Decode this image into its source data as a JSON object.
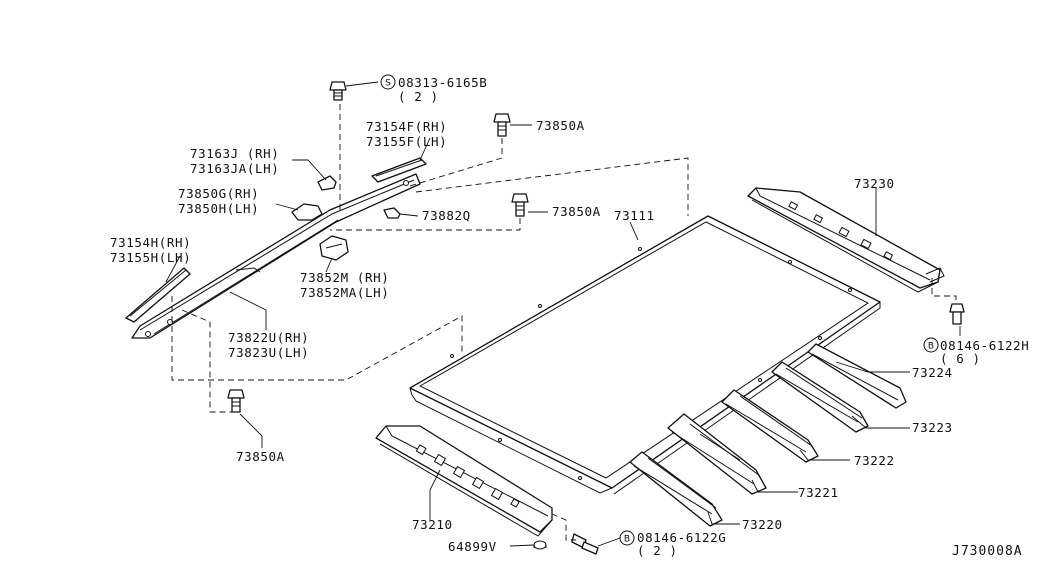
{
  "diagram_code": "J730008A",
  "labels": {
    "p73111": "73111",
    "p73230": "73230",
    "p73224": "73224",
    "p73223": "73223",
    "p73222": "73222",
    "p73221": "73221",
    "p73220": "73220",
    "p73210": "73210",
    "p64899v": "64899V",
    "p73850a_top": "73850A",
    "p73850a_mid": "73850A",
    "p73850a_bot": "73850A",
    "p73882q": "73882Q",
    "p73154f": "73154F(RH)",
    "p73155f": "73155F(LH)",
    "p73163j": "73163J (RH)",
    "p73163ja": "73163JA(LH)",
    "p73850g": "73850G(RH)",
    "p73850h": "73850H(LH)",
    "p73154h": "73154H(RH)",
    "p73155h": "73155H(LH)",
    "p73852m": "73852M (RH)",
    "p73852ma": "73852MA(LH)",
    "p73822u": "73822U(RH)",
    "p73823u": "73823U(LH)"
  },
  "bolts": {
    "s_bolt": {
      "symbol": "S",
      "part": "08313-6165B",
      "qty": "( 2 )"
    },
    "b_bolt_right": {
      "symbol": "B",
      "part": "08146-6122H",
      "qty": "( 6 )"
    },
    "b_bolt_bottom": {
      "symbol": "B",
      "part": "08146-6122G",
      "qty": "( 2 )"
    }
  }
}
